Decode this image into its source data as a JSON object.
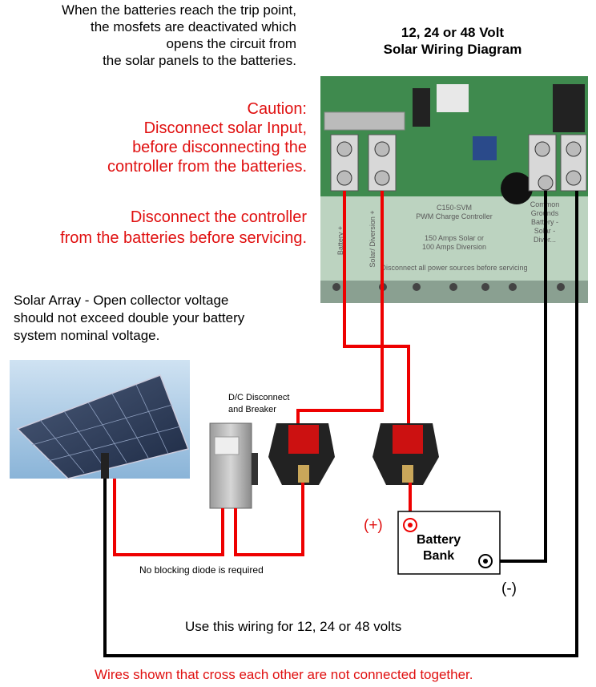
{
  "title": {
    "line1": "12, 24 or 48 Volt",
    "line2": "Solar Wiring Diagram"
  },
  "trip_note": [
    "When the batteries reach the trip point,",
    "the mosfets are deactivated which",
    "opens the circuit from",
    "the solar panels to the batteries."
  ],
  "caution": [
    "Caution:",
    "Disconnect solar Input,",
    "before disconnecting the",
    "controller from the batteries."
  ],
  "service_note": [
    "Disconnect the controller",
    "from the batteries before servicing."
  ],
  "solar_note": [
    "Solar Array - Open collector voltage",
    "should not exceed double your battery",
    "system nominal voltage."
  ],
  "controller": {
    "model": "C150-SVM",
    "model_sub": "PWM Charge Controller",
    "rating1": "150 Amps Solar or",
    "rating2": "100 Amps Diversion",
    "term_battery": "Battery +",
    "term_solar": "Solar/ Diversion +",
    "common1": "Common",
    "common2": "Grounds",
    "common3": "Battery -",
    "common4": "Solar -",
    "common5": "Diver...",
    "warning": "Disconnect all power sources before servicing"
  },
  "disconnect_label": [
    "D/C Disconnect",
    "and Breaker"
  ],
  "battery": {
    "label1": "Battery",
    "label2": "Bank",
    "plus": "(+)",
    "minus": "(-)"
  },
  "diode_note": "No blocking diode is required",
  "wiring_note": "Use this wiring for 12, 24 or 48 volts",
  "cross_note": "Wires shown that cross each other are not connected together.",
  "colors": {
    "accent_red": "#e01010",
    "wire_red": "#ee0000",
    "wire_black": "#000000",
    "board_green": "#4d9a5a"
  }
}
